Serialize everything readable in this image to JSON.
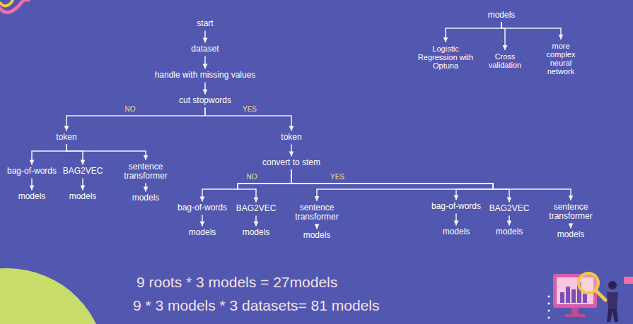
{
  "diagram": {
    "nodes": [
      {
        "text": [
          "start"
        ]
      },
      {
        "text": [
          "dataset"
        ]
      },
      {
        "text": [
          "handle with missing values"
        ]
      },
      {
        "text": [
          "cut stopwords"
        ]
      },
      {
        "text": [
          "token"
        ]
      },
      {
        "text": [
          "token"
        ]
      },
      {
        "text": [
          "bag-of-words"
        ]
      },
      {
        "text": [
          "BAG2VEC"
        ]
      },
      {
        "text": [
          "sentence transformer"
        ]
      },
      {
        "text": [
          "convert to stem"
        ]
      },
      {
        "text": [
          "models"
        ]
      },
      {
        "text": [
          "models"
        ]
      },
      {
        "text": [
          "models"
        ]
      },
      {
        "text": [
          "bag-of-words"
        ]
      },
      {
        "text": [
          "BAG2VEC"
        ]
      },
      {
        "text": [
          "sentence transformer"
        ]
      },
      {
        "text": [
          "bag-of-words"
        ]
      },
      {
        "text": [
          "BAG2VEC"
        ]
      },
      {
        "text": [
          "sentence transformer"
        ]
      },
      {
        "text": [
          "models"
        ]
      },
      {
        "text": [
          "models"
        ]
      },
      {
        "text": [
          "models"
        ]
      },
      {
        "text": [
          "models"
        ]
      },
      {
        "text": [
          "models"
        ]
      },
      {
        "text": [
          "models"
        ]
      },
      {
        "text": [
          "models"
        ]
      },
      {
        "text": [
          "Logistic Regression with Optuna"
        ]
      },
      {
        "text": [
          "Cross validation"
        ]
      },
      {
        "text": [
          "more complex neural network"
        ]
      }
    ],
    "edges": [
      {
        "from": 0,
        "to": 1,
        "arrow": "to"
      },
      {
        "from": 1,
        "to": 2,
        "arrow": "to"
      },
      {
        "from": 2,
        "to": 3,
        "arrow": "to"
      },
      {
        "from": 3,
        "to": 4,
        "label": "NO",
        "arrow": "to"
      },
      {
        "from": 3,
        "to": 5,
        "label": "YES",
        "arrow": "to"
      },
      {
        "from": 4,
        "to": 6,
        "arrow": "to"
      },
      {
        "from": 4,
        "to": 7,
        "arrow": "to"
      },
      {
        "from": 4,
        "to": 8,
        "arrow": "to"
      },
      {
        "from": 6,
        "to": 10,
        "arrow": "to"
      },
      {
        "from": 7,
        "to": 11,
        "arrow": "to"
      },
      {
        "from": 8,
        "to": 12,
        "arrow": "to"
      },
      {
        "from": 5,
        "to": 9,
        "arrow": "to"
      },
      {
        "from": 9,
        "to": 13,
        "label": "NO",
        "arrow": "to"
      },
      {
        "from": 9,
        "to": 14,
        "arrow": "to"
      },
      {
        "from": 9,
        "to": 15,
        "arrow": "to"
      },
      {
        "from": 9,
        "to": 16,
        "label": "YES",
        "arrow": "to"
      },
      {
        "from": 9,
        "to": 17,
        "arrow": "to"
      },
      {
        "from": 9,
        "to": 18,
        "arrow": "to"
      },
      {
        "from": 13,
        "to": 19,
        "arrow": "to"
      },
      {
        "from": 14,
        "to": 20,
        "arrow": "to"
      },
      {
        "from": 15,
        "to": 21,
        "arrow": "to"
      },
      {
        "from": 16,
        "to": 22,
        "arrow": "to"
      },
      {
        "from": 17,
        "to": 23,
        "arrow": "to"
      },
      {
        "from": 18,
        "to": 24,
        "arrow": "to"
      },
      {
        "from": 25,
        "to": 26,
        "arrow": "to"
      },
      {
        "from": 25,
        "to": 27,
        "arrow": "to"
      },
      {
        "from": 25,
        "to": 28,
        "arrow": "to"
      }
    ],
    "labels": [
      "9 roots * 3 models = 27models",
      "9 * 3 models * 3 datasets= 81 models"
    ]
  }
}
